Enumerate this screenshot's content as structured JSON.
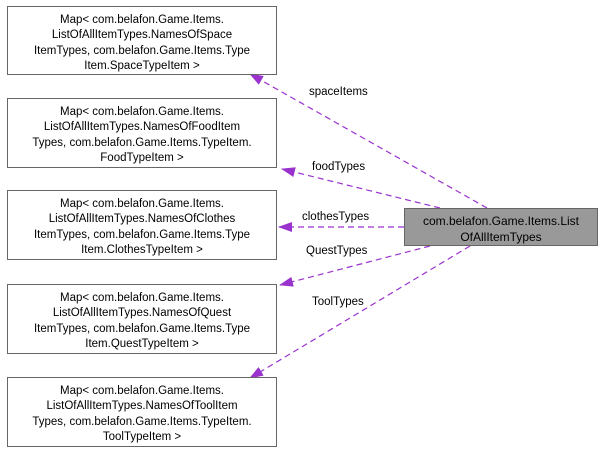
{
  "diagram": {
    "edge_color": "#9A32CD",
    "main_node": {
      "lines": [
        "com.belafon.Game.Items.List",
        "OfAllItemTypes"
      ],
      "fill": "#999999"
    },
    "nodes": [
      {
        "id": "space",
        "lines": [
          "Map< com.belafon.Game.Items.",
          "ListOfAllItemTypes.NamesOfSpace",
          "ItemTypes, com.belafon.Game.Items.Type",
          "Item.SpaceTypeItem >"
        ]
      },
      {
        "id": "food",
        "lines": [
          "Map< com.belafon.Game.Items.",
          "ListOfAllItemTypes.NamesOfFoodItem",
          "Types, com.belafon.Game.Items.TypeItem.",
          "FoodTypeItem >"
        ]
      },
      {
        "id": "clothes",
        "lines": [
          "Map< com.belafon.Game.Items.",
          "ListOfAllItemTypes.NamesOfClothes",
          "ItemTypes, com.belafon.Game.Items.Type",
          "Item.ClothesTypeItem >"
        ]
      },
      {
        "id": "quest",
        "lines": [
          "Map< com.belafon.Game.Items.",
          "ListOfAllItemTypes.NamesOfQuest",
          "ItemTypes, com.belafon.Game.Items.Type",
          "Item.QuestTypeItem >"
        ]
      },
      {
        "id": "tool",
        "lines": [
          "Map< com.belafon.Game.Items.",
          "ListOfAllItemTypes.NamesOfToolItem",
          "Types, com.belafon.Game.Items.TypeItem.",
          "ToolTypeItem >"
        ]
      }
    ],
    "edges": [
      {
        "target": "space",
        "label": "spaceItems"
      },
      {
        "target": "food",
        "label": "foodTypes"
      },
      {
        "target": "clothes",
        "label": "clothesTypes"
      },
      {
        "target": "quest",
        "label": "QuestTypes"
      },
      {
        "target": "tool",
        "label": "ToolTypes"
      }
    ]
  }
}
